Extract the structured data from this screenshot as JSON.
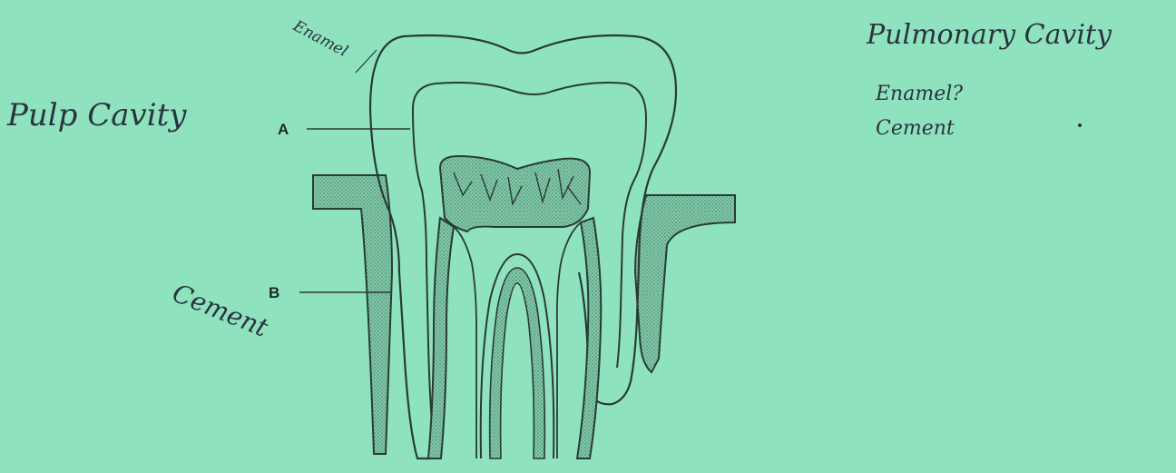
{
  "page": {
    "background": "#8ee3be",
    "ink": "#2a3a34",
    "gum_fill": "#5f9a82"
  },
  "diagram": {
    "labels": [
      {
        "id": "A",
        "text": "A"
      },
      {
        "id": "B",
        "text": "B"
      }
    ]
  },
  "handwriting": {
    "left_note": "Pulp Cavity",
    "enamel_note": "Enamel",
    "cement_note": "Cement",
    "right_notes": [
      "Pulmonary Cavity",
      "Enamel?",
      "Cement"
    ]
  }
}
